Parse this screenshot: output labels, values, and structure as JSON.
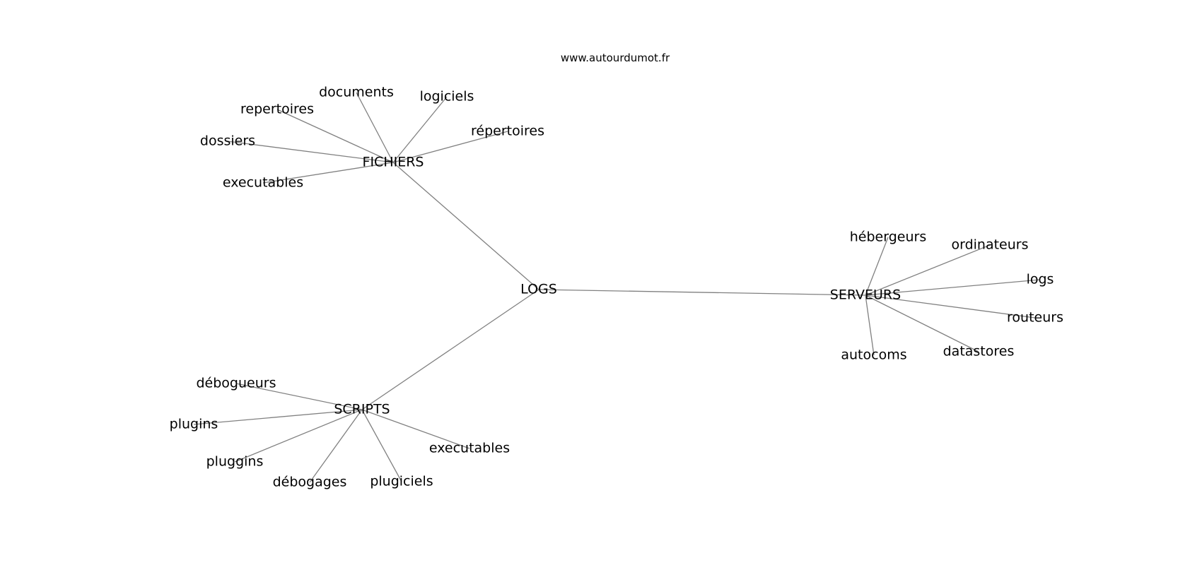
{
  "watermark": "www.autourdumot.fr",
  "colors": {
    "edge": "#808080",
    "text": "#000000",
    "background": "#ffffff"
  },
  "nodes": [
    {
      "id": "logs_center",
      "label": "LOGS"
    },
    {
      "id": "fichiers",
      "label": "FICHIERS"
    },
    {
      "id": "serveurs",
      "label": "SERVEURS"
    },
    {
      "id": "scripts",
      "label": "SCRIPTS"
    },
    {
      "id": "documents",
      "label": "documents"
    },
    {
      "id": "logiciels",
      "label": "logiciels"
    },
    {
      "id": "repertoires1",
      "label": "repertoires"
    },
    {
      "id": "repertoires2",
      "label": "répertoires"
    },
    {
      "id": "dossiers",
      "label": "dossiers"
    },
    {
      "id": "executables1",
      "label": "executables"
    },
    {
      "id": "hebergeurs",
      "label": "hébergeurs"
    },
    {
      "id": "ordinateurs",
      "label": "ordinateurs"
    },
    {
      "id": "logs_leaf",
      "label": "logs"
    },
    {
      "id": "routeurs",
      "label": "routeurs"
    },
    {
      "id": "datastores",
      "label": "datastores"
    },
    {
      "id": "autocoms",
      "label": "autocoms"
    },
    {
      "id": "debogueurs",
      "label": "débogueurs"
    },
    {
      "id": "plugins",
      "label": "plugins"
    },
    {
      "id": "pluggins",
      "label": "pluggins"
    },
    {
      "id": "debogages",
      "label": "débogages"
    },
    {
      "id": "plugiciels",
      "label": "plugiciels"
    },
    {
      "id": "executables2",
      "label": "executables"
    }
  ],
  "edges": [
    [
      "logs_center",
      "fichiers"
    ],
    [
      "logs_center",
      "serveurs"
    ],
    [
      "logs_center",
      "scripts"
    ],
    [
      "fichiers",
      "documents"
    ],
    [
      "fichiers",
      "logiciels"
    ],
    [
      "fichiers",
      "repertoires1"
    ],
    [
      "fichiers",
      "repertoires2"
    ],
    [
      "fichiers",
      "dossiers"
    ],
    [
      "fichiers",
      "executables1"
    ],
    [
      "serveurs",
      "hebergeurs"
    ],
    [
      "serveurs",
      "ordinateurs"
    ],
    [
      "serveurs",
      "logs_leaf"
    ],
    [
      "serveurs",
      "routeurs"
    ],
    [
      "serveurs",
      "datastores"
    ],
    [
      "serveurs",
      "autocoms"
    ],
    [
      "scripts",
      "debogueurs"
    ],
    [
      "scripts",
      "plugins"
    ],
    [
      "scripts",
      "pluggins"
    ],
    [
      "scripts",
      "debogages"
    ],
    [
      "scripts",
      "plugiciels"
    ],
    [
      "scripts",
      "executables2"
    ]
  ]
}
